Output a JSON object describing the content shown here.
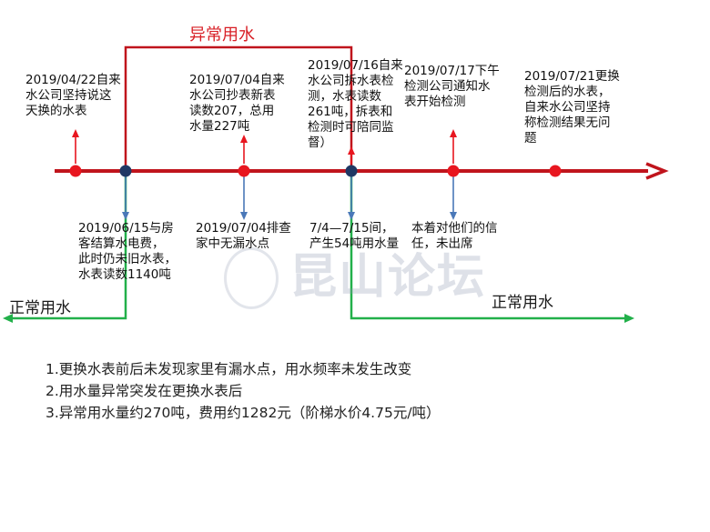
{
  "zones": {
    "abnormal_label": "异常用水",
    "normal_left_label": "正常用水",
    "normal_right_label": "正常用水"
  },
  "events_above": [
    {
      "text": "2019/04/22自来\n水公司坚持说这\n天换的水表"
    },
    {
      "text": "2019/07/04自来\n水公司抄表新表\n读数207，总用\n水量227吨"
    },
    {
      "text": "2019/07/16自来\n水公司拆水表检\n测，水表读数\n261吨，拆表和\n检测时可陪同监\n督）"
    },
    {
      "text": "2019/07/17下午\n检测公司通知水\n表开始检测"
    },
    {
      "text": "2019/07/21更换\n检测后的水表，\n自来水公司坚持\n称检测结果无问\n题"
    }
  ],
  "events_below": [
    {
      "text": "2019/06/15与房\n客结算水电费，\n此时仍未旧水表，\n水表读数1140吨"
    },
    {
      "text": "2019/07/04排查\n家中无漏水点"
    },
    {
      "text": "7/4—7/15间，\n产生54吨用水量"
    },
    {
      "text": "本着对他们的信\n任，未出席"
    }
  ],
  "summary": [
    "1.更换水表前后未发现家里有漏水点，用水频率未发生改变",
    "2.用水量异常突发在更换水表后",
    "3.异常用水量约270吨，费用约1282元（阶梯水价4.75元/吨）"
  ],
  "watermark": {
    "text": "昆山论坛"
  },
  "colors": {
    "timeline": "#c0141c",
    "event_marker": "#e8161f",
    "key_marker": "#1f3864",
    "abnormal": "#c0141c",
    "down_arrow": "#4a78b8",
    "normal": "#22b04a"
  }
}
